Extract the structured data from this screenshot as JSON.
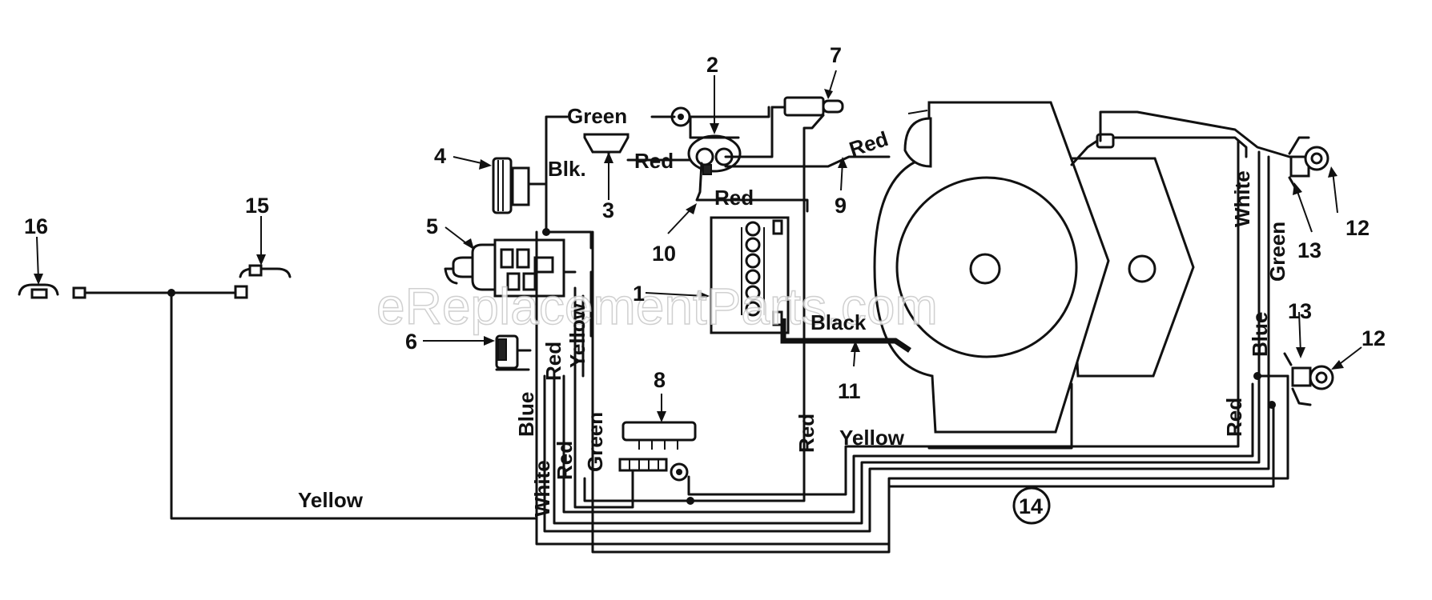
{
  "watermark": "eReplacementParts.com",
  "callouts": {
    "n1": "1",
    "n2": "2",
    "n3": "3",
    "n4": "4",
    "n5": "5",
    "n6": "6",
    "n7": "7",
    "n8": "8",
    "n9": "9",
    "n10": "10",
    "n11": "11",
    "n12a": "12",
    "n12b": "12",
    "n13a": "13",
    "n13b": "13",
    "n14": "14",
    "n15": "15",
    "n16": "16"
  },
  "wire_labels": {
    "green_top": "Green",
    "red_solenoid": "Red",
    "blk": "Blk.",
    "red_upper": "Red",
    "red_engine": "Red",
    "black": "Black",
    "yellow_left": "Yellow",
    "yellow_engine": "Yellow",
    "yellow_vertical": "Yellow",
    "red_vertical_a": "Red",
    "blue_vertical": "Blue",
    "white_vertical_left": "White",
    "red_vertical_b": "Red",
    "green_vertical": "Green",
    "red_vertical_mid": "Red",
    "white_right": "White",
    "green_right": "Green",
    "blue_right": "Blue",
    "red_right": "Red"
  }
}
